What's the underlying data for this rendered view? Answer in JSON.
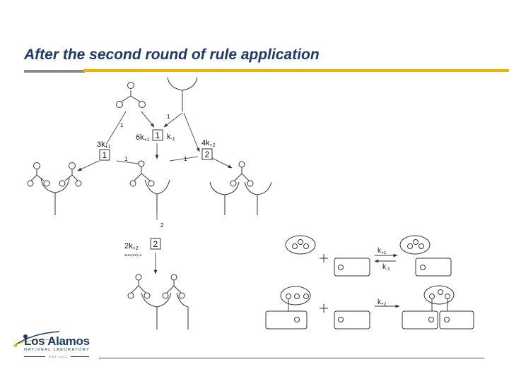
{
  "slide": {
    "title": "After the second round of rule application"
  },
  "diagram": {
    "labels": {
      "rate_3k": "3k",
      "rate_3k_sub": "+1",
      "rate_6k": "6k",
      "rate_6k_sub": "+1",
      "rate_km1": "k",
      "rate_km1_sub": "-1",
      "rate_4k": "4k",
      "rate_4k_sub": "+2",
      "rate_2k": "2k",
      "rate_2k_sub": "+2",
      "box_1a": "1",
      "box_1b": "1",
      "box_2a": "2",
      "box_2b": "2",
      "edge_1_top_left": "1",
      "edge_1_top_mid": "1",
      "edge_1_mid_left": "1",
      "edge_1_mid_right": "1",
      "edge_2_vertical": "2",
      "small_formula": "2x2x(1/2)=2",
      "rxn_kp1": "k",
      "rxn_kp1_sub": "+1",
      "rxn_km1": "k",
      "rxn_km1_sub": "-1",
      "rxn_kp2": "k",
      "rxn_kp2_sub": "+2"
    },
    "colors": {
      "line": "#333333",
      "ring_inner": "#888888"
    }
  },
  "logo": {
    "name": "Los Alamos",
    "subtitle": "NATIONAL LABORATORY",
    "est": "EST 1943",
    "colors": {
      "blue": "#1f3a68",
      "gold": "#f0b400"
    }
  },
  "colors": {
    "title": "#1f3a68",
    "accent_gold": "#f0b400",
    "accent_grey": "#8a8a8a"
  }
}
